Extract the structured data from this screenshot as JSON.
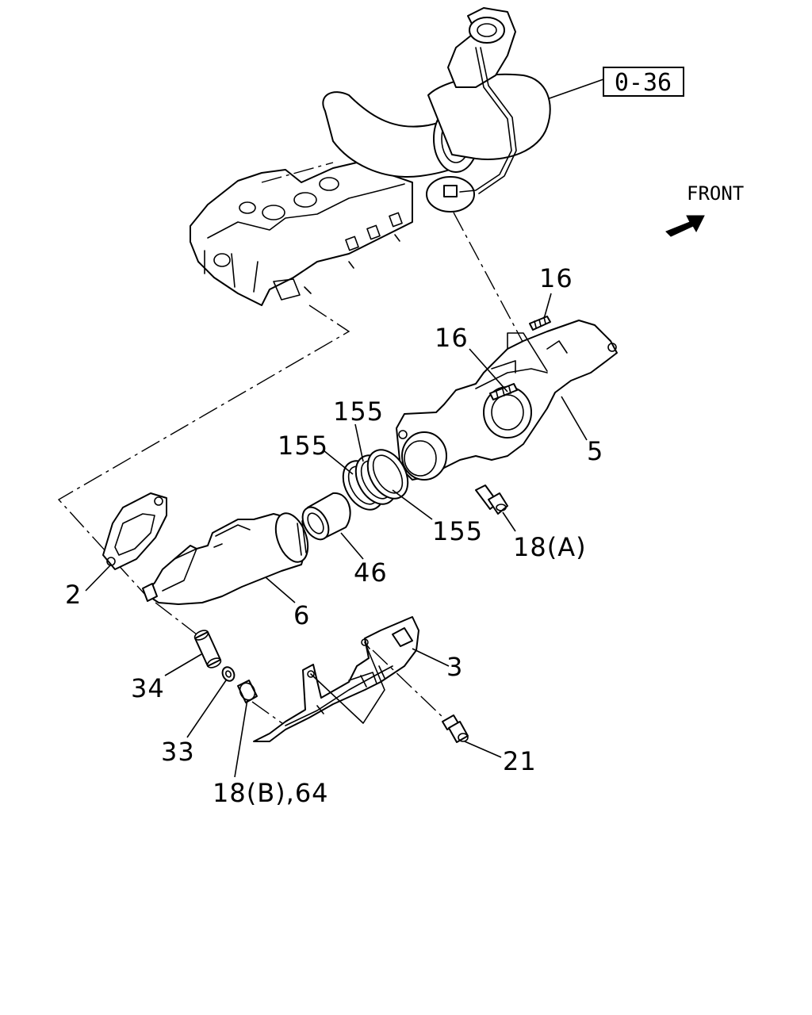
{
  "reference_box": {
    "label": "0-36"
  },
  "orientation": {
    "label": "FRONT",
    "icon": "arrow-icon"
  },
  "callouts": {
    "p16_top": "16",
    "p16_mid": "16",
    "p5": "5",
    "p155_top": "155",
    "p155_left": "155",
    "p155_right": "155",
    "p18a": "18(A)",
    "p46": "46",
    "p2": "2",
    "p6": "6",
    "p3": "3",
    "p34": "34",
    "p33": "33",
    "p21": "21",
    "p18b64": "18(B),64"
  }
}
